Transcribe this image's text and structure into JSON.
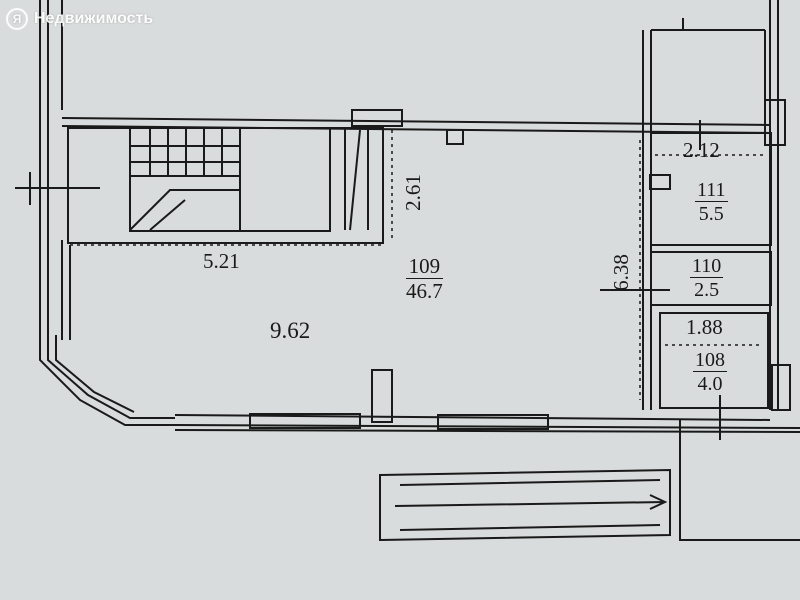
{
  "watermark": {
    "logo_letter": "Я",
    "text": "Недвижимость"
  },
  "plan": {
    "dimensions": {
      "kitchen_height": "2.61",
      "stair_width": "5.21",
      "main_width": "9.62",
      "right_height": "6.38",
      "bath_width": "2.12",
      "lower_width": "1.88"
    },
    "rooms": [
      {
        "id": "room-109",
        "number": "109",
        "area": "46.7"
      },
      {
        "id": "room-111",
        "number": "111",
        "area": "5.5"
      },
      {
        "id": "room-110",
        "number": "110",
        "area": "2.5"
      },
      {
        "id": "room-108",
        "number": "108",
        "area": "4.0"
      }
    ]
  },
  "colors": {
    "background": "#d9dcdc",
    "ink": "#1a1a1a",
    "watermark": "#ffffff"
  }
}
